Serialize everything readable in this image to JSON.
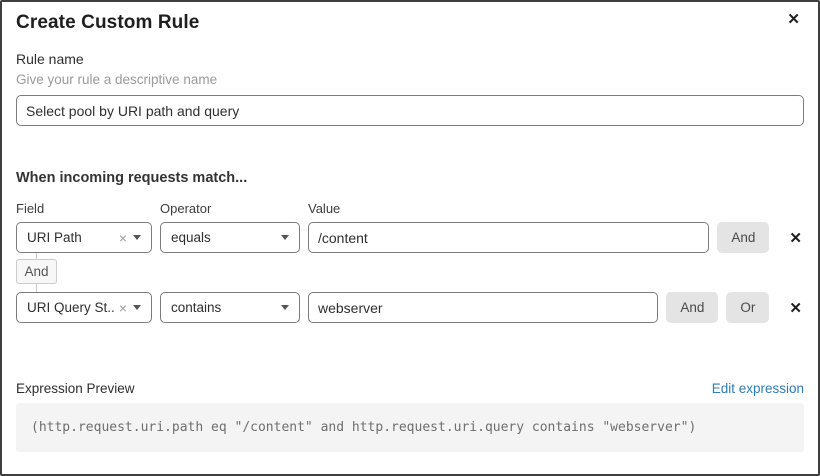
{
  "dialog": {
    "title": "Create Custom Rule",
    "close_icon": "✕"
  },
  "rule_name": {
    "label": "Rule name",
    "helper": "Give your rule a descriptive name",
    "value": "Select pool by URI path and query"
  },
  "match": {
    "heading": "When incoming requests match...",
    "columns": {
      "field": "Field",
      "operator": "Operator",
      "value": "Value"
    },
    "connector_label": "And",
    "rows": [
      {
        "field": "URI Path",
        "operator": "equals",
        "value": "/content",
        "and_label": "And",
        "delete_icon": "✕",
        "clear_icon": "×"
      },
      {
        "field": "URI Query St...",
        "operator": "contains",
        "value": "webserver",
        "and_label": "And",
        "or_label": "Or",
        "delete_icon": "✕",
        "clear_icon": "×"
      }
    ]
  },
  "preview": {
    "label": "Expression Preview",
    "edit_link": "Edit expression",
    "expression": "(http.request.uri.path eq \"/content\" and http.request.uri.query contains \"webserver\")"
  },
  "colors": {
    "link_blue": "#2e7cb5",
    "button_gray": "#e4e4e4",
    "code_bg": "#f4f4f4",
    "border_gray": "#7c7c7c"
  }
}
